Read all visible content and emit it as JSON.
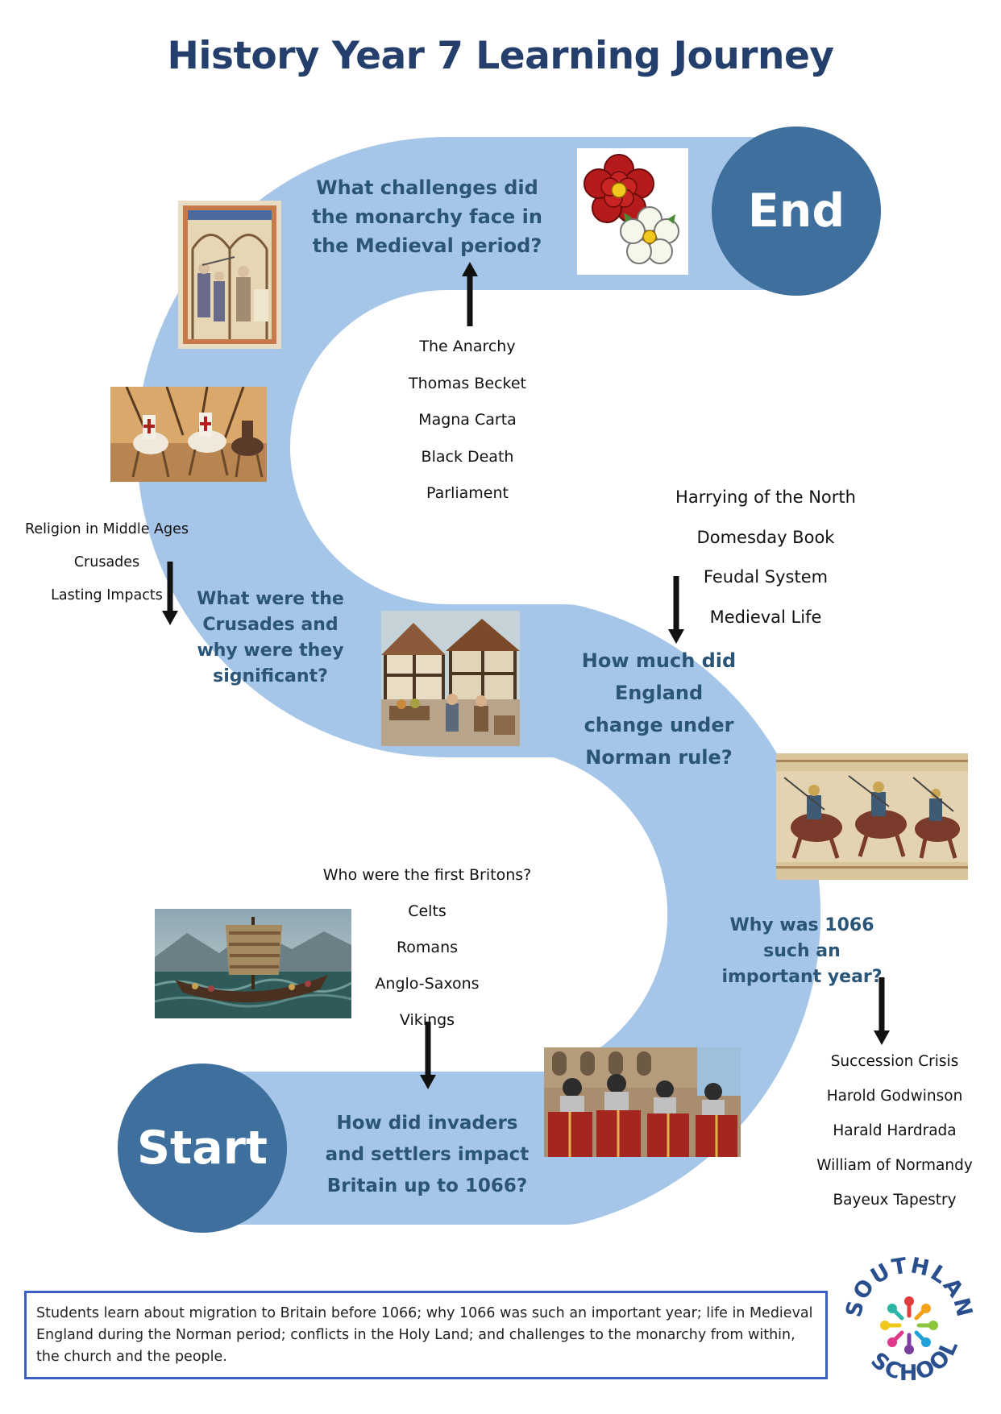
{
  "title": "History Year 7 Learning Journey",
  "start_label": "Start",
  "end_label": "End",
  "questions": {
    "q1": "How did invaders and settlers impact Britain up to 1066?",
    "q2": "Why was 1066 such an important year?",
    "q3": "How much did England change under Norman rule?",
    "q4": "What were the Crusades and why were they significant?",
    "q5": "What challenges did the monarchy face in the Medieval period?"
  },
  "topics": {
    "q1": [
      "Who were the first Britons?",
      "Celts",
      "Romans",
      "Anglo-Saxons",
      "Vikings"
    ],
    "q2": [
      "Succession Crisis",
      "Harold Godwinson",
      "Harald Hardrada",
      "William of Normandy",
      "Bayeux Tapestry"
    ],
    "q3": [
      "Harrying of the North",
      "Domesday Book",
      "Feudal System",
      "Medieval Life"
    ],
    "q4": [
      "Religion in Middle Ages",
      "Crusades",
      "Lasting Impacts"
    ],
    "q5": [
      "The Anarchy",
      "Thomas Becket",
      "Magna Carta",
      "Black Death",
      "Parliament"
    ]
  },
  "summary": "Students learn about migration to Britain before 1066; why 1066 was such an important year; life in Medieval England during the Norman period; conflicts in the Holy Land; and challenges to the monarchy from within, the church and the people.",
  "logo_text": "SOUTHLANDS SCHOOL",
  "colors": {
    "title": "#243f6b",
    "road": "#a5c6e8",
    "circle": "#3f6f9c",
    "question_text": "#2b5577",
    "summary_border": "#3b5fc0"
  },
  "images": [
    "viking-longship-image",
    "roman-legionaries-image",
    "bayeux-tapestry-image",
    "medieval-market-image",
    "crusaders-battle-image",
    "becket-murder-manuscript-image",
    "tudor-roses-image"
  ]
}
